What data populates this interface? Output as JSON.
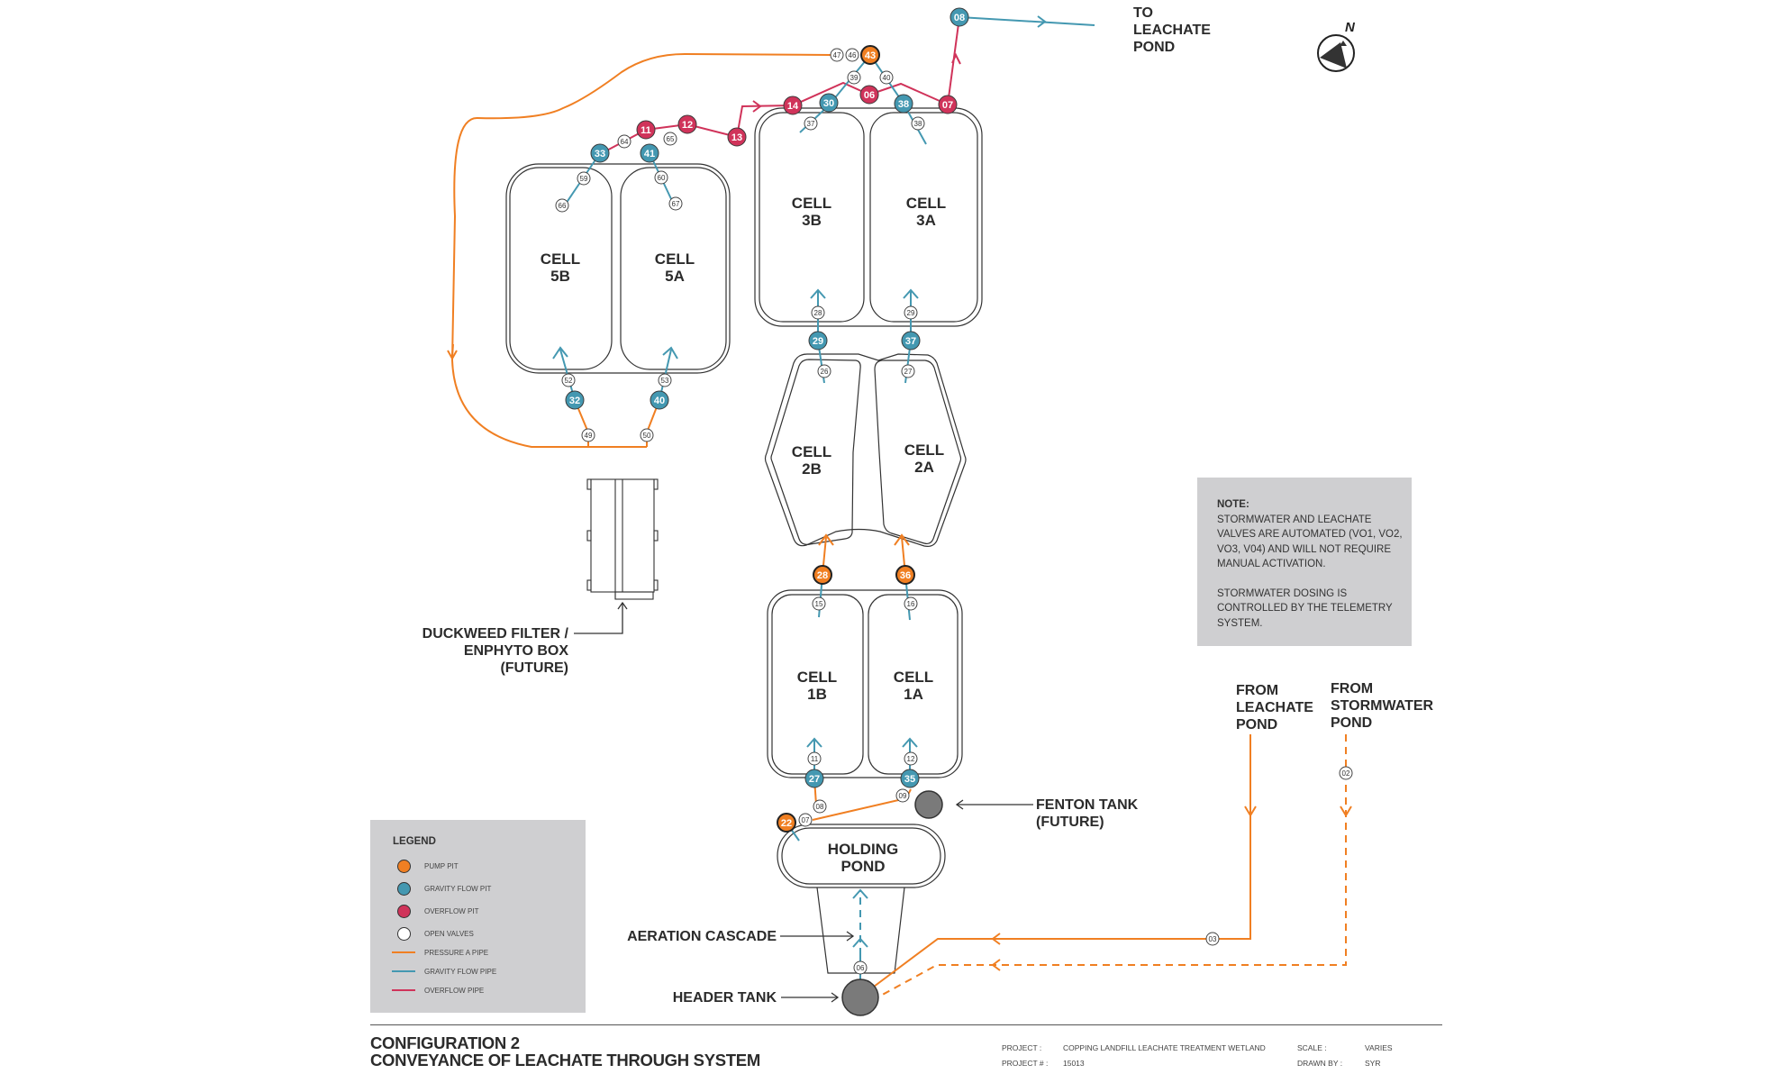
{
  "colors": {
    "pump_pit": "#f07f22",
    "gravity_pit": "#4498b1",
    "overflow_pit": "#d0335a",
    "open_valve": "#ffffff",
    "pressure_pipe": "#f07f22",
    "gravity_pipe": "#4498b1",
    "overflow_pipe": "#d0335a",
    "tank": "#7a7a7a",
    "panel_bg": "#cfcfd1"
  },
  "cells": [
    {
      "id": "5B",
      "line1": "CELL",
      "line2": "5B"
    },
    {
      "id": "5A",
      "line1": "CELL",
      "line2": "5A"
    },
    {
      "id": "3B",
      "line1": "CELL",
      "line2": "3B"
    },
    {
      "id": "3A",
      "line1": "CELL",
      "line2": "3A"
    },
    {
      "id": "2B",
      "line1": "CELL",
      "line2": "2B"
    },
    {
      "id": "2A",
      "line1": "CELL",
      "line2": "2A"
    },
    {
      "id": "1B",
      "line1": "CELL",
      "line2": "1B"
    },
    {
      "id": "1A",
      "line1": "CELL",
      "line2": "1A"
    }
  ],
  "holding_pond": {
    "line1": "HOLDING",
    "line2": "POND"
  },
  "pits": {
    "pump": [
      "43",
      "28",
      "36",
      "22"
    ],
    "gravity": [
      "08",
      "30",
      "38",
      "33",
      "41",
      "29",
      "37",
      "32",
      "40",
      "27",
      "35"
    ],
    "overflow": [
      "11",
      "12",
      "13",
      "14",
      "06",
      "07"
    ]
  },
  "valves": [
    "47",
    "46",
    "39",
    "40",
    "64",
    "65",
    "37",
    "38",
    "59",
    "60",
    "66",
    "67",
    "28",
    "29",
    "26",
    "27",
    "52",
    "53",
    "49",
    "50",
    "15",
    "16",
    "11",
    "12",
    "08",
    "09",
    "07",
    "06",
    "03",
    "02"
  ],
  "callouts": {
    "to_leachate": [
      "TO",
      "LEACHATE",
      "POND"
    ],
    "duckweed": [
      "DUCKWEED FILTER /",
      "ENPHYTO BOX",
      "(FUTURE)"
    ],
    "fenton": [
      "FENTON TANK",
      "(FUTURE)"
    ],
    "aeration": "AERATION CASCADE",
    "header": "HEADER TANK",
    "from_leachate": [
      "FROM",
      "LEACHATE",
      "POND"
    ],
    "from_stormwater": [
      "FROM",
      "STORMWATER",
      "POND"
    ]
  },
  "compass": {
    "label": "N"
  },
  "note": {
    "title": "NOTE:",
    "para1": "STORMWATER AND LEACHATE VALVES ARE AUTOMATED (VO1, VO2, VO3, V04) AND WILL NOT REQUIRE MANUAL ACTIVATION.",
    "para2": "STORMWATER DOSING IS CONTROLLED BY THE TELEMETRY SYSTEM."
  },
  "legend": {
    "title": "LEGEND",
    "items": [
      {
        "label": "PUMP PIT",
        "kind": "dot",
        "color": "#f07f22"
      },
      {
        "label": "GRAVITY FLOW PIT",
        "kind": "dot",
        "color": "#4498b1"
      },
      {
        "label": "OVERFLOW PIT",
        "kind": "dot",
        "color": "#d0335a"
      },
      {
        "label": "OPEN VALVES",
        "kind": "dot",
        "color": "#ffffff"
      },
      {
        "label": "PRESSURE A PIPE",
        "kind": "line",
        "color": "#f07f22"
      },
      {
        "label": "GRAVITY FLOW PIPE",
        "kind": "line",
        "color": "#4498b1"
      },
      {
        "label": "OVERFLOW PIPE",
        "kind": "line",
        "color": "#d0335a"
      }
    ]
  },
  "title_block": {
    "line1": "CONFIGURATION 2",
    "line2": "CONVEYANCE OF LEACHATE THROUGH SYSTEM",
    "project_label": "PROJECT :",
    "project_value": "COPPING LANDFILL LEACHATE TREATMENT WETLAND",
    "project_no_label": "PROJECT # :",
    "project_no_value": "15013",
    "scale_label": "SCALE :",
    "scale_value": "VARIES",
    "drawn_label": "DRAWN BY :",
    "drawn_value": "SYR"
  }
}
